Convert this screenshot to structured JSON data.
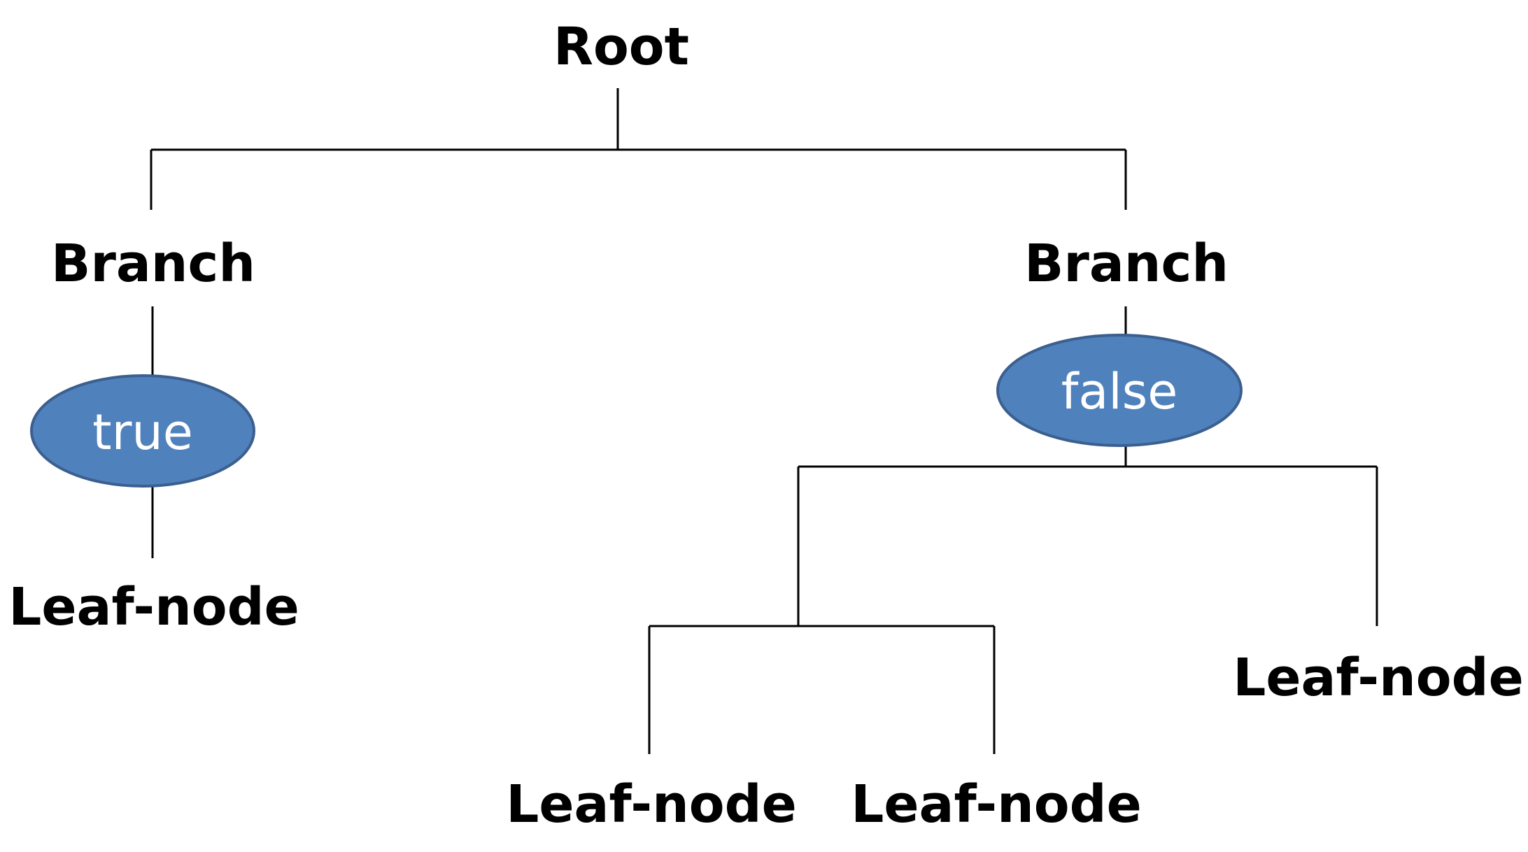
{
  "diagram": {
    "root": {
      "label": "Root"
    },
    "left_branch": {
      "label": "Branch",
      "condition": {
        "label": "true",
        "color": "#4f81bd"
      },
      "leaf": {
        "label": "Leaf-node"
      }
    },
    "right_branch": {
      "label": "Branch",
      "condition": {
        "label": "false",
        "color": "#4f81bd"
      },
      "inner_leaf_left": {
        "label": "Leaf-node"
      },
      "inner_leaf_right": {
        "label": "Leaf-node"
      },
      "outer_leaf": {
        "label": "Leaf-node"
      }
    }
  }
}
